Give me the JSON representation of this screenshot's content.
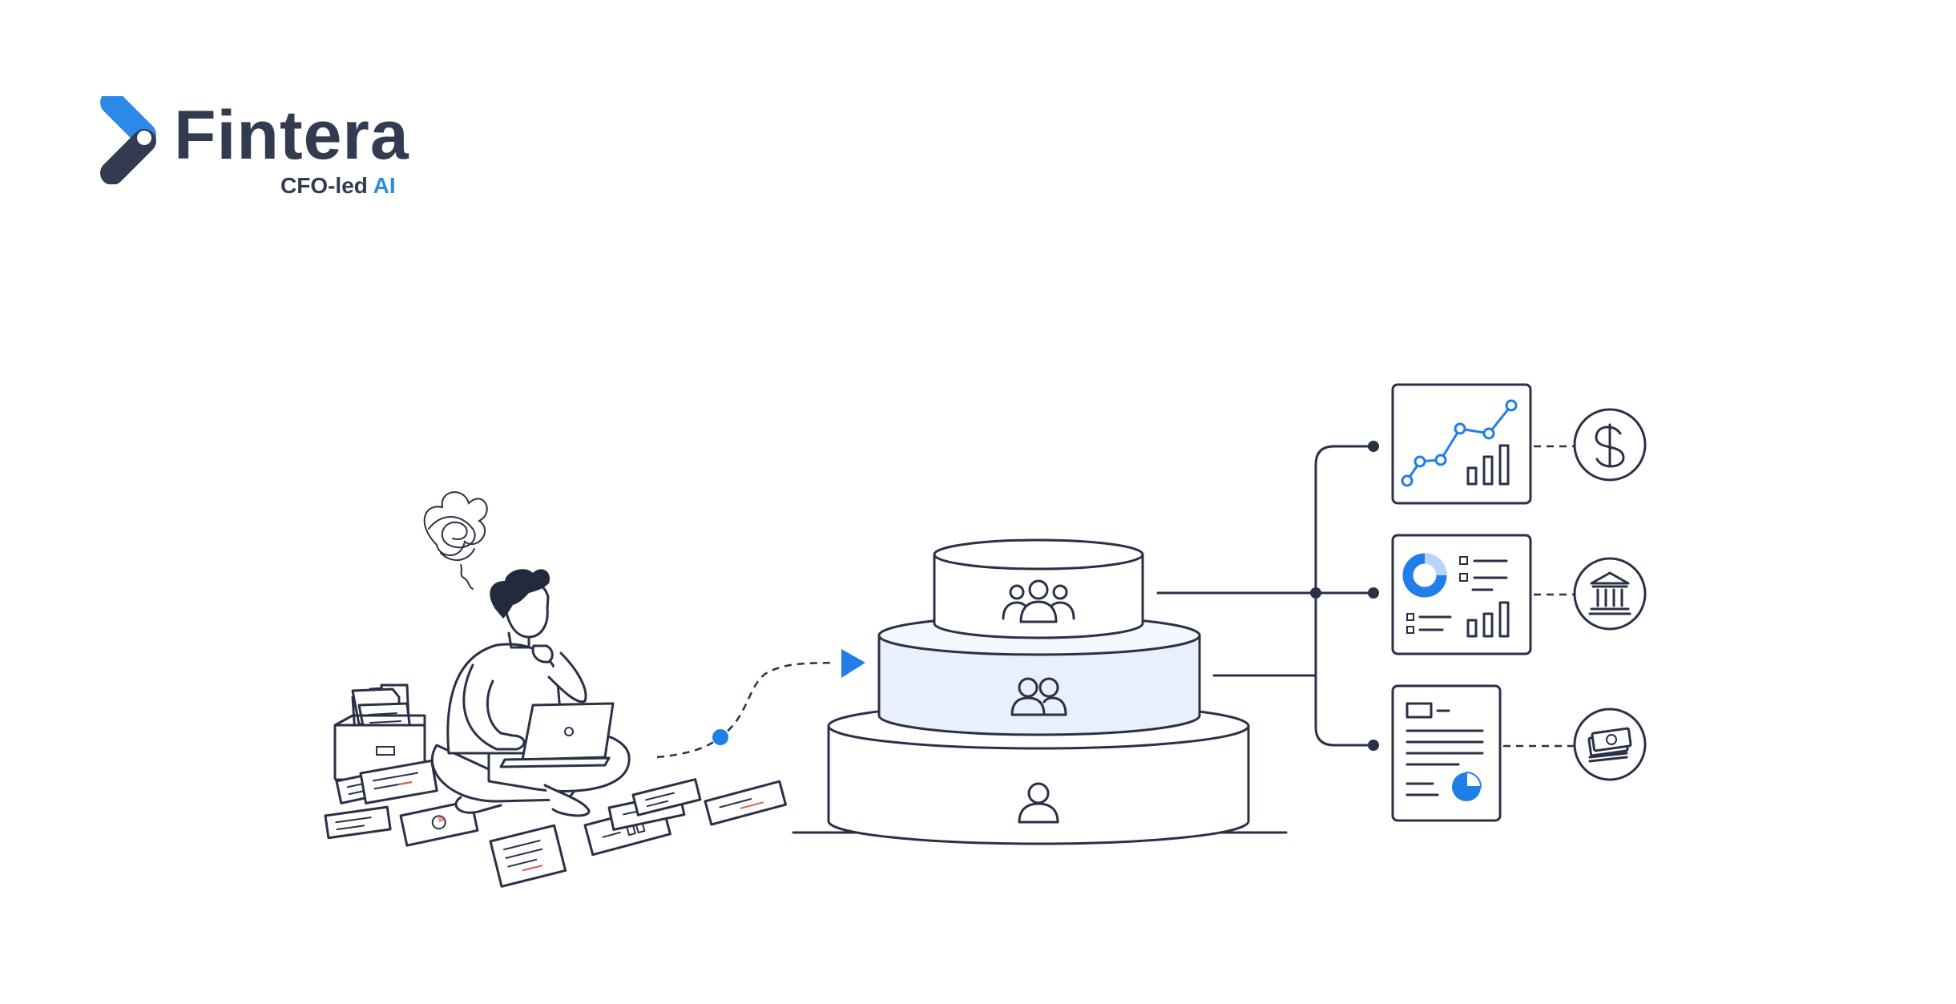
{
  "brand": {
    "name": "Fintera",
    "tagline_prefix": "CFO-led ",
    "tagline_accent": "AI"
  },
  "colors": {
    "ink": "#2a3147",
    "accent": "#1f7ee8",
    "tier_fill": "#e8f0fb",
    "logo_dark": "#323b4f",
    "logo_blue": "#2b8ae8"
  },
  "icons": {
    "person": "thinking-person-with-laptop",
    "thought": "tangled-thought-bubble-icon",
    "tiers": [
      "team-group-icon",
      "pair-users-icon",
      "single-user-icon"
    ],
    "outputs": [
      "line-and-bar-chart-icon",
      "donut-and-list-report-icon",
      "document-with-pie-icon"
    ],
    "endpoints": [
      "dollar-icon",
      "bank-icon",
      "cash-stack-icon"
    ]
  }
}
